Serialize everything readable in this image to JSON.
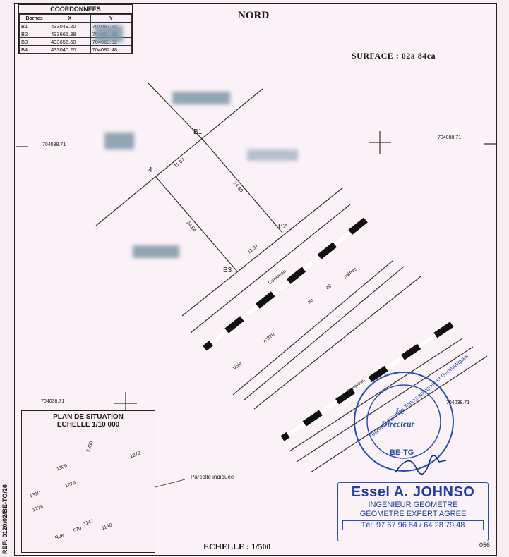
{
  "coordinates": {
    "title": "COORDONNEES",
    "headers": [
      "Bornes",
      "X",
      "Y"
    ],
    "rows": [
      {
        "borne": "B1",
        "x": "433049.20",
        "y": "704067.73"
      },
      {
        "borne": "B2",
        "x": "433665.38",
        "y": "70405_.59"
      },
      {
        "borne": "B3",
        "x": "433656.60",
        "y": "704063.82"
      },
      {
        "borne": "B4",
        "x": "433040.20",
        "y": "704082.48"
      }
    ]
  },
  "north_label": "NORD",
  "surface": "SURFACE : 02a 84ca",
  "scale": "ECHELLE : 1/500",
  "ref": "REF: 0120/02/BE-TO/26",
  "sheet_number": "056",
  "grid_labels": {
    "left_top": "704088.71",
    "right_top": "704088.71",
    "left_bottom": "704038.71",
    "right_bottom": "704038.71"
  },
  "boundary_labels": {
    "b1": "B1",
    "b2": "B2",
    "b3": "B3",
    "b4": "4"
  },
  "distances": {
    "top": "11.07",
    "right": "24.60",
    "left": "24.64",
    "bottom": "11.37"
  },
  "road": {
    "caniveau": "Caniveau",
    "voie": "Voie",
    "number": "n°370",
    "de": "de",
    "width": "40",
    "unit": "mètres",
    "caniveau2": "Caniveau"
  },
  "situation": {
    "title": "PLAN DE SITUATION",
    "scale": "ECHELLE 1/10 000",
    "parcel_label": "Parcelle indiquée",
    "lots": [
      "1310",
      "1278",
      "1279",
      "1309",
      "1280",
      "1272",
      "1140",
      "1141",
      "570",
      "Rue"
    ]
  },
  "stamp": {
    "ring_text": "Bureau d'Etudes Topographiques et Géomatiques",
    "center_line1": "Le",
    "center_line2": "Directeur",
    "bottom": "BE-TG",
    "name": "Essel A. JOHNSO",
    "title1": "INGENIEUR GEOMETRE",
    "title2": "GEOMETRE EXPERT AGREE",
    "phone": "Tél: 97 67 96 84 / 64 28 79 48"
  }
}
